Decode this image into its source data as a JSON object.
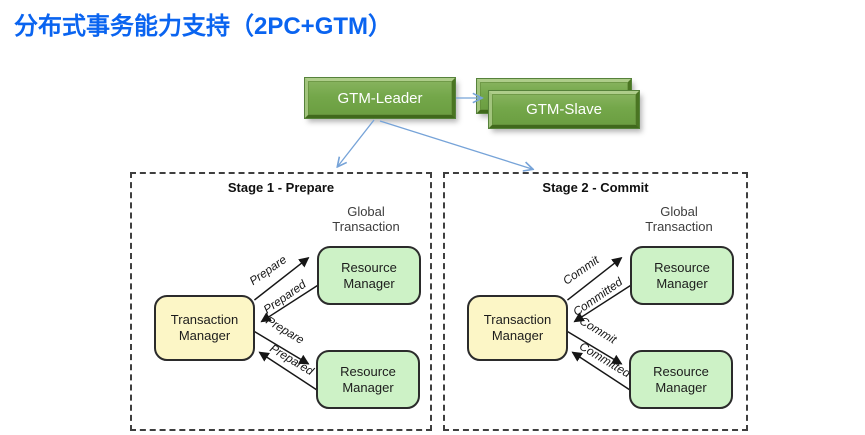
{
  "title": {
    "text": "分布式事务能力支持（2PC+GTM）"
  },
  "gtm": {
    "leader_label": "GTM-Leader",
    "slave_label": "GTM-Slave"
  },
  "stages": [
    {
      "title": "Stage 1 - Prepare",
      "global_label": "Global Transaction",
      "tm_label": "Transaction Manager",
      "rm_top_label": "Resource Manager",
      "rm_bottom_label": "Resource Manager",
      "request_label": "Prepare",
      "response_label": "Prepared"
    },
    {
      "title": "Stage 2 - Commit",
      "global_label": "Global Transaction",
      "tm_label": "Transaction Manager",
      "rm_top_label": "Resource Manager",
      "rm_bottom_label": "Resource Manager",
      "request_label": "Commit",
      "response_label": "Committed"
    }
  ],
  "colors": {
    "title_blue": "#0a64f0",
    "gtm_green": "#74a74a",
    "tm_fill": "#fcf6c6",
    "rm_fill": "#cdf2c6",
    "connector_blue": "#76a3d8",
    "flow_arrow": "#161616",
    "panel_border": "#3f3f3f"
  }
}
